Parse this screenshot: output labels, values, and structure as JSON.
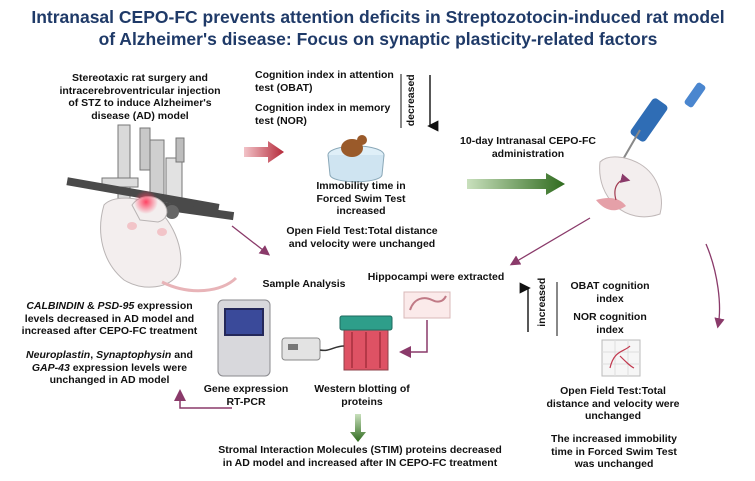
{
  "title_line1": "Intranasal CEPO-FC prevents attention deficits in Streptozotocin-induced rat model",
  "title_line2": "of Alzheimer's disease: Focus on synaptic plasticity-related factors",
  "surgery": {
    "line1": "Stereotaxic rat surgery and",
    "line2": "intracerebroventricular injection",
    "line3": "of STZ to induce Alzheimer's",
    "line4": "disease (AD) model"
  },
  "decreased_block": {
    "item1_line1": "Cognition index in attention",
    "item1_line2": "test (OBAT)",
    "item2_line1": "Cognition index in memory",
    "item2_line2": "test (NOR)",
    "side_label": "decreased"
  },
  "immobility": {
    "line1": "Immobility time in",
    "line2": "Forced Swim Test",
    "line3": "increased"
  },
  "open_field_1": {
    "line1": "Open Field Test:Total distance",
    "line2": "and velocity were unchanged"
  },
  "treatment": {
    "line1": "10-day  Intranasal CEPO-FC",
    "line2": "administration"
  },
  "hippocampi": "Hippocampi were extracted",
  "sample_analysis": "Sample Analysis",
  "increased_block": {
    "side_label": "increased",
    "item1_line1": "OBAT cognition",
    "item1_line2": "index",
    "item2_line1": "NOR cognition",
    "item2_line2": "index"
  },
  "open_field_2": {
    "line1": "Open Field Test:Total",
    "line2": "distance and velocity were",
    "line3": "unchanged"
  },
  "immobility_2": {
    "line1": "The increased immobility",
    "line2": "time in Forced Swim Test",
    "line3": "was unchanged"
  },
  "calbindin": {
    "gene1": "CALBINDIN",
    "amp": " & ",
    "gene2": "PSD-95",
    "rest1": " expression",
    "line2": "levels decreased in AD model and",
    "line3": "increased  after CEPO-FC  treatment"
  },
  "neuroplastin": {
    "gene1": "Neuroplastin",
    "sep": ", ",
    "gene2": "Synaptophysin",
    "and": "  and",
    "gene3": "GAP-43",
    "rest": " expression levels were",
    "line3": "unchanged in AD model"
  },
  "gene_expression": {
    "line1": "Gene expression",
    "line2": "RT-PCR"
  },
  "western": {
    "line1": "Western blotting  of",
    "line2": "proteins"
  },
  "stim": {
    "line1": "Stromal Interaction Molecules (STIM) proteins decreased",
    "line2": "in AD model and increased after IN CEPO-FC treatment"
  },
  "colors": {
    "title": "#1f3a68",
    "red_arrow": "#b52a3a",
    "green_arrow": "#2f6b1e",
    "purple_arrow": "#8a3a6a",
    "rat": "#f3eeee"
  }
}
